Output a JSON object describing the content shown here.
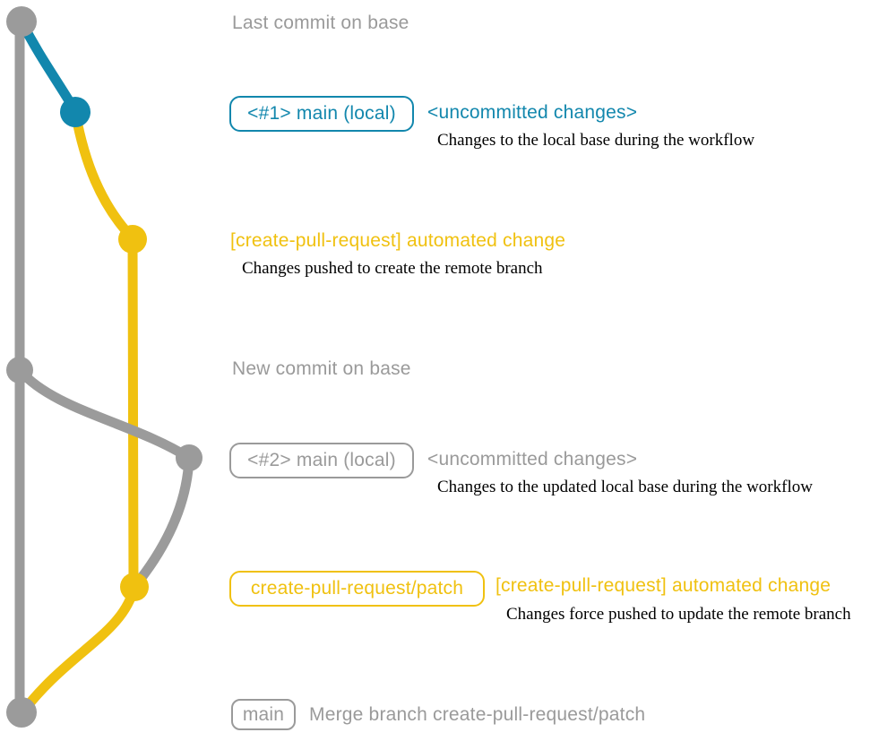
{
  "colors": {
    "gray": "#9b9b9b",
    "gray_text": "#9a9a9a",
    "teal": "#1287ad",
    "yellow": "#f0c110",
    "text_black": "#000000"
  },
  "labels": {
    "top": "Last commit on base",
    "middle": "New commit on base"
  },
  "rows": {
    "local_main_1": {
      "badge": "<#1> main (local)",
      "title": "<uncommitted changes>",
      "note": "Changes to the local base during the workflow"
    },
    "push_1": {
      "title": "[create-pull-request] automated change",
      "note": "Changes pushed to create the remote branch"
    },
    "local_main_2": {
      "badge": "<#2> main (local)",
      "title": "<uncommitted changes>",
      "note": "Changes to the updated local base during the workflow"
    },
    "push_2": {
      "badge": "create-pull-request/patch",
      "title": "[create-pull-request] automated change",
      "note": "Changes force pushed to update the remote branch"
    },
    "merge": {
      "badge": "main",
      "title": "Merge branch create-pull-request/patch"
    }
  }
}
